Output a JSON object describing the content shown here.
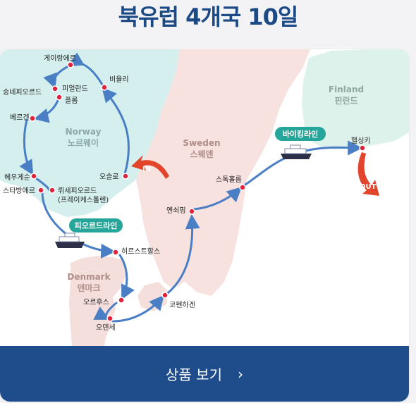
{
  "page": {
    "title": "북유럽 4개국 10일",
    "cta_label": "상품 보기",
    "cta_chevron": "›"
  },
  "countries": {
    "norway": {
      "en": "Norway",
      "ko": "노르웨이"
    },
    "sweden": {
      "en": "Sweden",
      "ko": "스웨덴"
    },
    "finland": {
      "en": "Finland",
      "ko": "핀란드"
    },
    "denmark": {
      "en": "Denmark",
      "ko": "덴마크"
    }
  },
  "cities": {
    "geiranger": "게이랑에르",
    "songnefjord": "송네피오르드",
    "fjaerland": "피얼란드",
    "flam": "플롬",
    "bergen": "베르겐",
    "hesegesun": "헤우게순",
    "stavanger": "스타방에르",
    "lysefjord": "뤼세피오르드",
    "lysefjord_sub": "(프레이케스톨렌)",
    "otta": "비율리",
    "oslo": "오슬로",
    "stockholm": "스톡홀름",
    "jonkoping": "옌쇠핑",
    "helsinki": "헬싱키",
    "hirtshals": "히르스트할스",
    "aarhus": "오르후스",
    "odense": "오덴세",
    "copenhagen": "코펜하겐"
  },
  "ferries": {
    "fjord_line": "피오르드라인",
    "viking_line": "바이킹라인"
  },
  "markers": {
    "in": "IN",
    "out": "OUT"
  },
  "colors": {
    "title": "#1c4a86",
    "cta": "#1f4d8c",
    "norway": "#d4efee",
    "sweden": "#f7e2df",
    "finland": "#dcf2ea",
    "denmark": "#f4dfdc",
    "route": "#4a7fc6",
    "city_dot": "#e2213b",
    "badge": "#26a59a",
    "arrow": "#e2452c"
  }
}
